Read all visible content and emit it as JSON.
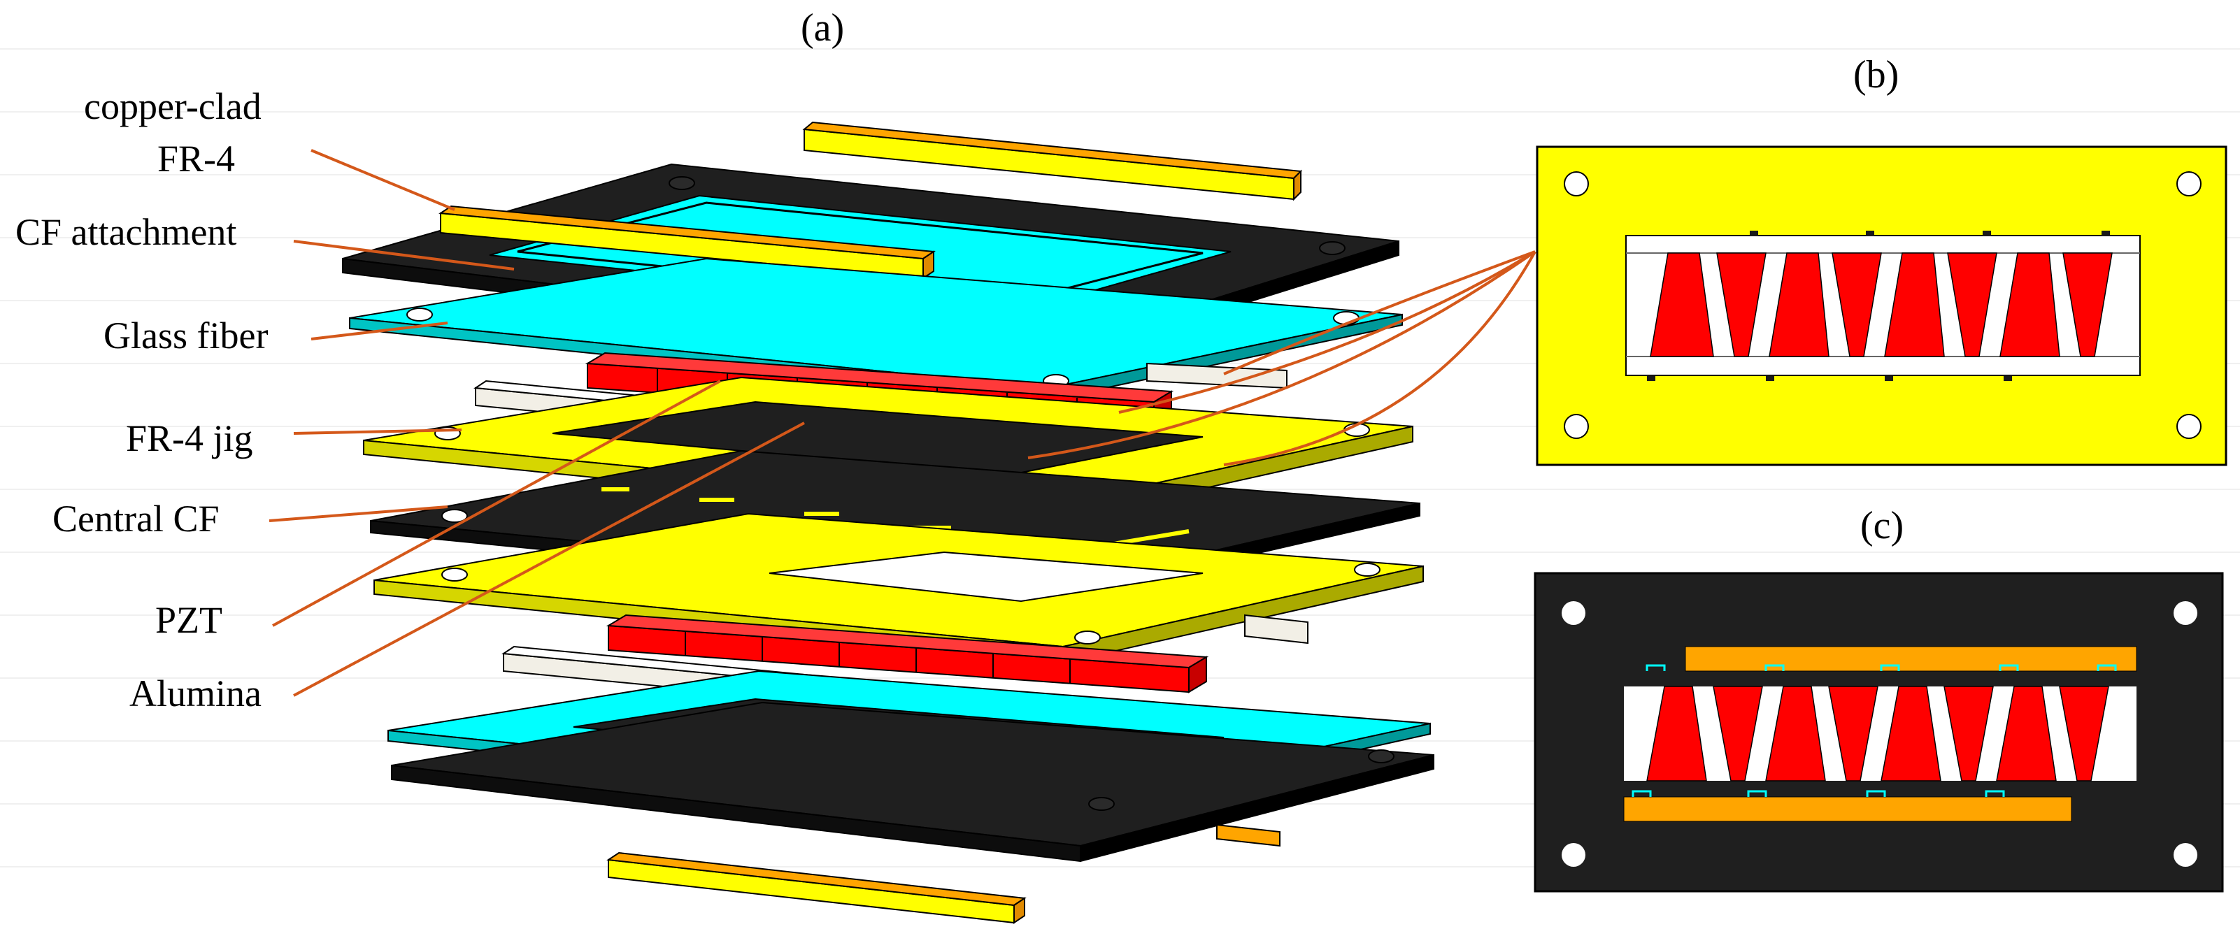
{
  "panels": {
    "a": "(a)",
    "b": "(b)",
    "c": "(c)"
  },
  "labels": {
    "copper_clad_line1": "copper-clad",
    "copper_clad_line2": "FR-4",
    "cf_attachment": "CF attachment",
    "glass_fiber": "Glass fiber",
    "fr4_jig": "FR-4 jig",
    "central_cf": "Central CF",
    "pzt": "PZT",
    "alumina": "Alumina"
  },
  "colors": {
    "fr4_yellow": "#ffff00",
    "copper_orange": "#ffa500",
    "pzt_red": "#ff0000",
    "glass_cyan": "#00ffff",
    "carbon_black": "#1a1a1a",
    "alumina_white": "#f2efe6",
    "leader_orange": "#d4581a"
  }
}
